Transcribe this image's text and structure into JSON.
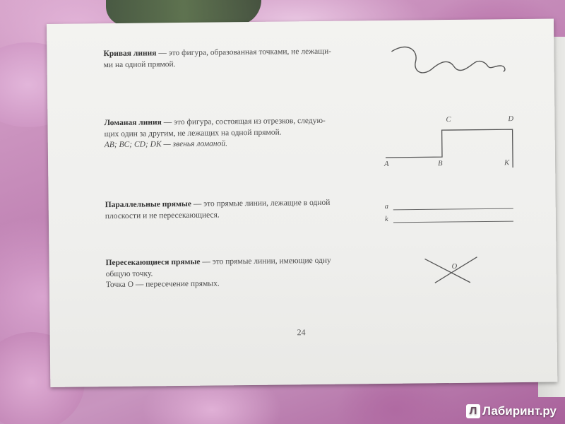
{
  "defs": [
    {
      "term": "Кривая линия",
      "line1_rest": " — это фигура, образованная точками, не лежащи-",
      "line2": "ми на одной прямой."
    },
    {
      "term": "Ломаная линия",
      "line1_rest": " — это фигура, состоящая из отрезков, следую-",
      "line2": "щих один за другим, не лежащих на одной прямой.",
      "line3": "AB; BC; CD; DK — звенья ломаной."
    },
    {
      "term": "Параллельные прямые",
      "line1_rest": " — это прямые линии, лежащие в одной",
      "line2": "плоскости и не пересекающиеся."
    },
    {
      "term": "Пересекающиеся прямые",
      "line1_rest": " — это прямые линии, имеющие одну",
      "line2": "общую точку.",
      "line3": "Точка O — пересечение прямых."
    }
  ],
  "figures": {
    "polyline_labels": [
      "A",
      "B",
      "C",
      "D",
      "K"
    ],
    "parallel_labels": [
      "a",
      "k"
    ],
    "intersect_label": "O"
  },
  "page_number": "24",
  "watermark": "Лабиринт.ру"
}
